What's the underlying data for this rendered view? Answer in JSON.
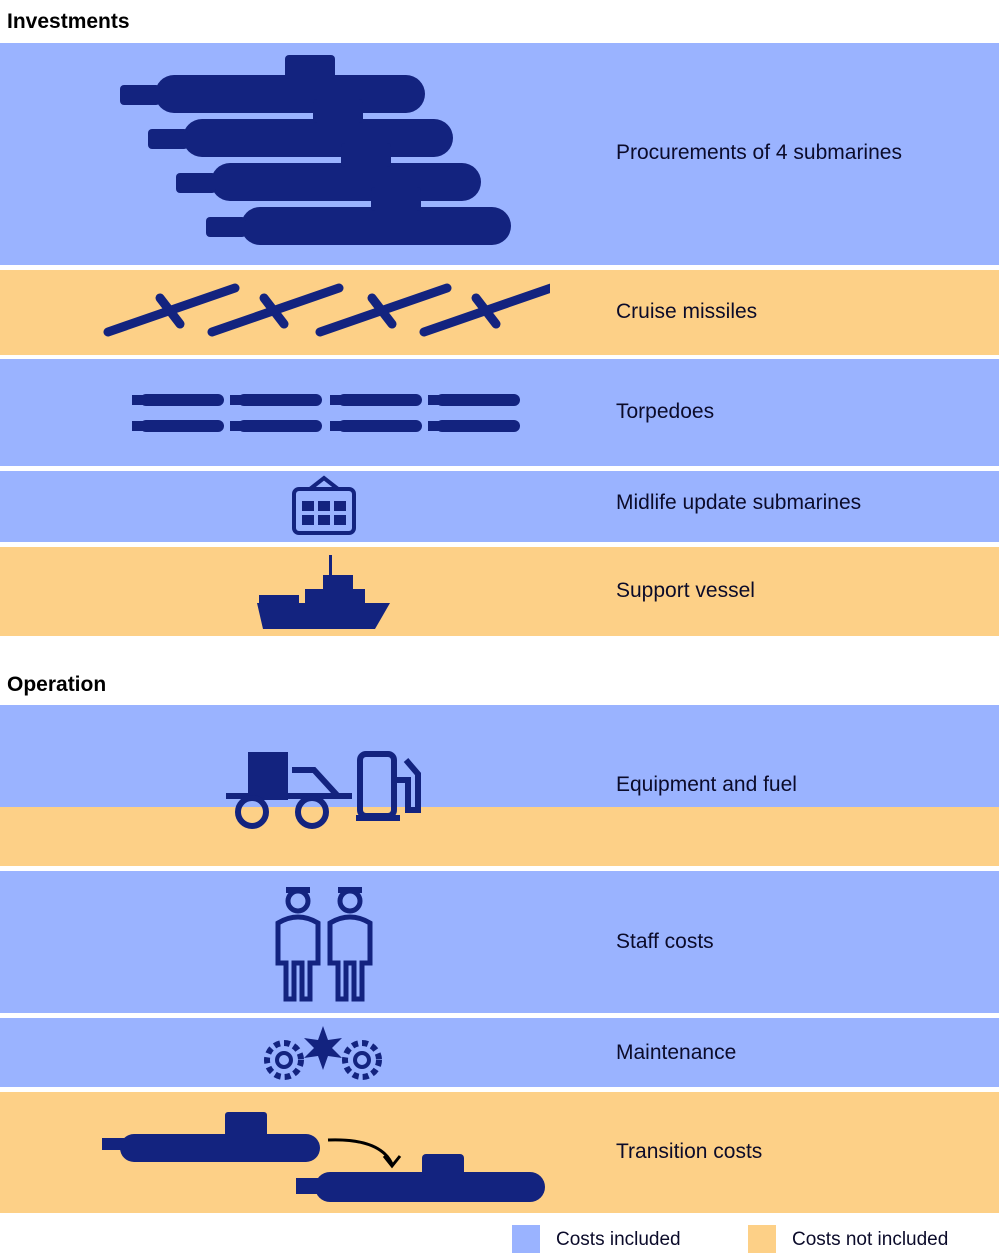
{
  "colors": {
    "included": "#9ab3ff",
    "not_included": "#fdd087",
    "icon": "#13237f"
  },
  "sections": [
    {
      "heading": "Investments",
      "items": [
        {
          "label": "Procurements of 4 submarines",
          "cost": "included",
          "icon": "submarines-icon"
        },
        {
          "label": "Cruise missiles",
          "cost": "not_included",
          "icon": "cruise-missiles-icon"
        },
        {
          "label": "Torpedoes",
          "cost": "included",
          "icon": "torpedoes-icon"
        },
        {
          "label": "Midlife update submarines",
          "cost": "included",
          "icon": "calendar-icon"
        },
        {
          "label": "Support vessel",
          "cost": "not_included",
          "icon": "ship-icon"
        }
      ]
    },
    {
      "heading": "Operation",
      "items": [
        {
          "label": "Equipment and fuel",
          "cost": "partially_included",
          "icon": "truck-fuel-icon"
        },
        {
          "label": "Staff costs",
          "cost": "included",
          "icon": "staff-icon"
        },
        {
          "label": "Maintenance",
          "cost": "included",
          "icon": "gears-icon"
        },
        {
          "label": "Transition costs",
          "cost": "not_included",
          "icon": "submarine-transition-icon"
        }
      ]
    }
  ],
  "legend": {
    "included": "Costs included",
    "not_included": "Costs not included"
  }
}
